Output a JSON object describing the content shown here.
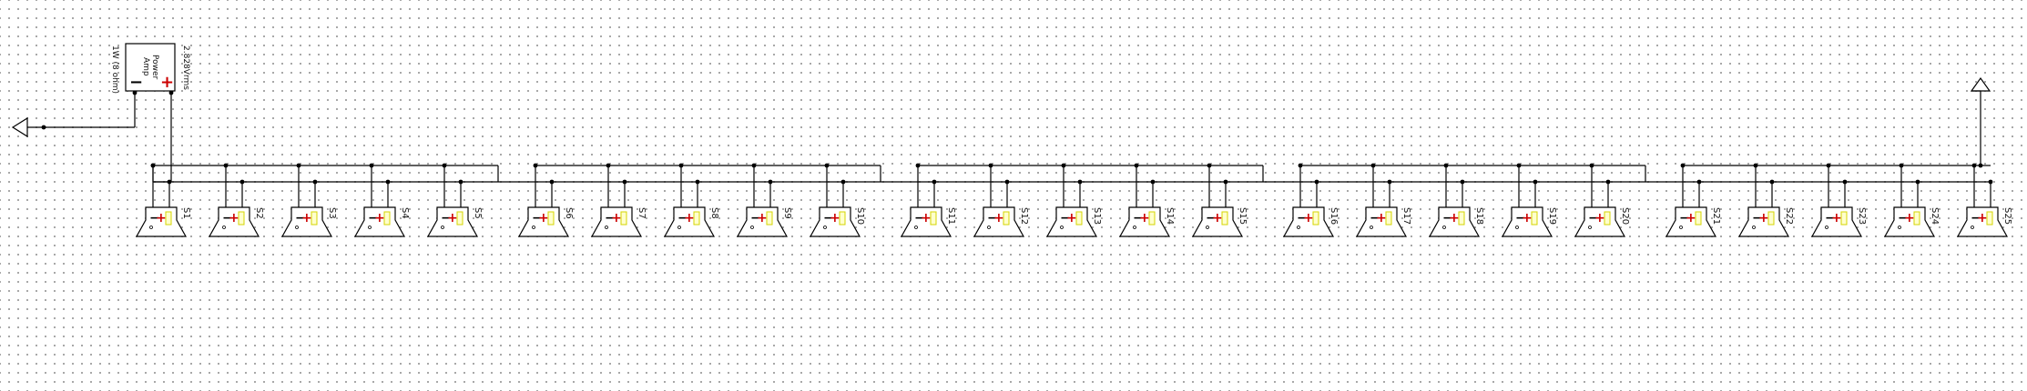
{
  "amplifier": {
    "label_line1": "Power",
    "label_line2": "Amp",
    "plus_sign": "+",
    "minus_sign": "−",
    "power_rating": "1W (8 ohm)",
    "output_voltage": "2.828Vrms"
  },
  "speakers": [
    "S1",
    "S2",
    "S3",
    "S4",
    "S5",
    "S6",
    "S7",
    "S8",
    "S9",
    "S10",
    "S11",
    "S12",
    "S13",
    "S14",
    "S15",
    "S16",
    "S17",
    "S18",
    "S19",
    "S20",
    "S21",
    "S22",
    "S23",
    "S24",
    "S25"
  ],
  "speaker_symbol": {
    "plus_sign": "+",
    "minus_sign": "−"
  },
  "colors": {
    "wire": "#000000",
    "plus_sign": "#cc0000",
    "speaker_body": "#ffffcc",
    "speaker_highlight": "#d4d400",
    "grid_dot": "#9a9a9a"
  },
  "grounds": [
    {
      "name": "ground-left"
    },
    {
      "name": "ground-right"
    }
  ]
}
